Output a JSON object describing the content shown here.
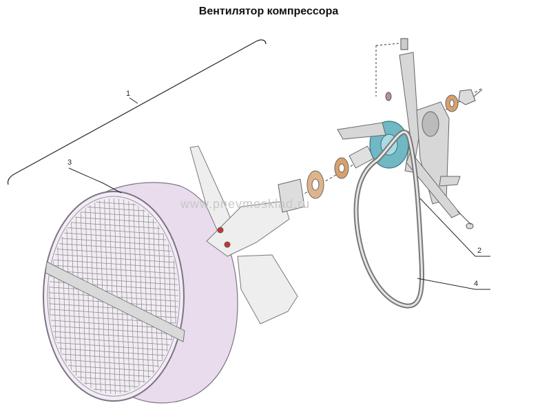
{
  "title": "Вентилятор компрессора",
  "watermark": "www.pnevmosklad.ru",
  "callouts": {
    "item_1": "1",
    "item_2": "2",
    "item_3": "3",
    "item_4": "4"
  },
  "colors": {
    "housing": "#e8dced",
    "housing_edge": "#7d7285",
    "grille": "#8a8a8a",
    "hub": "#6fb8c4",
    "bearing": "#d9a06b",
    "bracket": "#d7d7d7",
    "outline": "#555555"
  }
}
